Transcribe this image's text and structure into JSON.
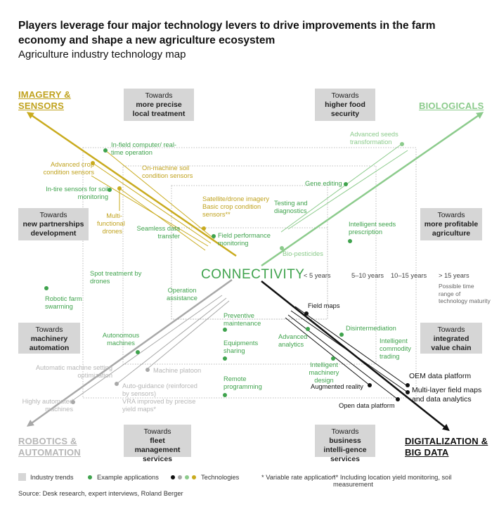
{
  "title": "Players leverage four major technology levers to drive improvements in the farm economy and shape a new  agriculture ecosystem",
  "subtitle": "Agriculture industry technology map",
  "center": "CONNECTIVITY",
  "corners": {
    "imagery": "IMAGERY & SENSORS",
    "biologicals": "BIOLOGICALS",
    "robotics": "ROBOTICS & AUTOMATION",
    "digitalization": "DIGITALIZATION & BIG DATA"
  },
  "trends": {
    "precise": {
      "pre": "Towards",
      "main": "more precise local treatment"
    },
    "food": {
      "pre": "Towards",
      "main": "higher food security"
    },
    "partnerships": {
      "pre": "Towards",
      "main": "new partnerships development"
    },
    "profitable": {
      "pre": "Towards",
      "main": "more profitable agriculture"
    },
    "machinery": {
      "pre": "Towards",
      "main": "machinery automation"
    },
    "value": {
      "pre": "Towards",
      "main": "integrated value chain"
    },
    "fleet": {
      "pre": "Towards",
      "main": "fleet management services"
    },
    "business": {
      "pre": "Towards",
      "main": "business intelli-gence services"
    }
  },
  "time_rings": {
    "r1": "< 5 years",
    "r2": "5–10 years",
    "r3": "10–15 years",
    "r4": "> 15 years",
    "note": "Possible time range of technology maturity"
  },
  "labels": {
    "infield": "In-field computer/ real-time operation",
    "adv_crop": "Advanced crop condition sensors",
    "onmachine": "On-machine soil condition sensors",
    "intire": "In-tire sensors for soil monitoring",
    "drones": "Multi-functional drones",
    "seamless": "Seamless data transfer",
    "satellite": "Satellite/drone imagery Basic crop condition sensors**",
    "fieldperf": "Field performance monitoring",
    "adv_seeds": "Advanced seeds transformation",
    "gene": "Gene editing",
    "testing": "Testing and diagnostics",
    "intel_seeds": "Intelligent seeds prescription",
    "biopest": "Bio-pesticides",
    "spot": "Spot treatment by drones",
    "swarm": "Robotic farm swarming",
    "operation": "Operation assistance",
    "preventive": "Preventive maintenance",
    "fieldmaps": "Field maps",
    "disinter": "Disintermediation",
    "autonomous": "Autonomous machines",
    "equip": "Equipments sharing",
    "adv_analytics": "Advanced analytics",
    "intel_comm": "Intelligent commodity trading",
    "auto_setting": "Automatic machine setting optimization",
    "platoon": "Machine platoon",
    "intel_mach": "Intelligent machinery design",
    "oem": "OEM data platform",
    "remote": "Remote programming",
    "autoguide": "Auto-guidance (reinforced by sensors)",
    "vra": "VRA improved by precise yield maps*",
    "aug": "Augmented reality",
    "multilayer": "Multi-layer field maps and data analytics",
    "highly": "Highly automated machines",
    "opendata": "Open data platform"
  },
  "legend": {
    "trends": "Industry trends",
    "examples": "Example applications",
    "technologies": "Technologies",
    "note1": "* Variable rate application",
    "note2": "** Including location yield monitoring, soil measurement"
  },
  "source": "Source: Desk research, expert interviews, Roland Berger",
  "colors": {
    "green": "#3fa34d",
    "light_green": "#8ccb8c",
    "yellow": "#c9ab1e",
    "grey": "#a8a8a8",
    "black": "#111111",
    "trend_box": "#d6d6d6"
  }
}
